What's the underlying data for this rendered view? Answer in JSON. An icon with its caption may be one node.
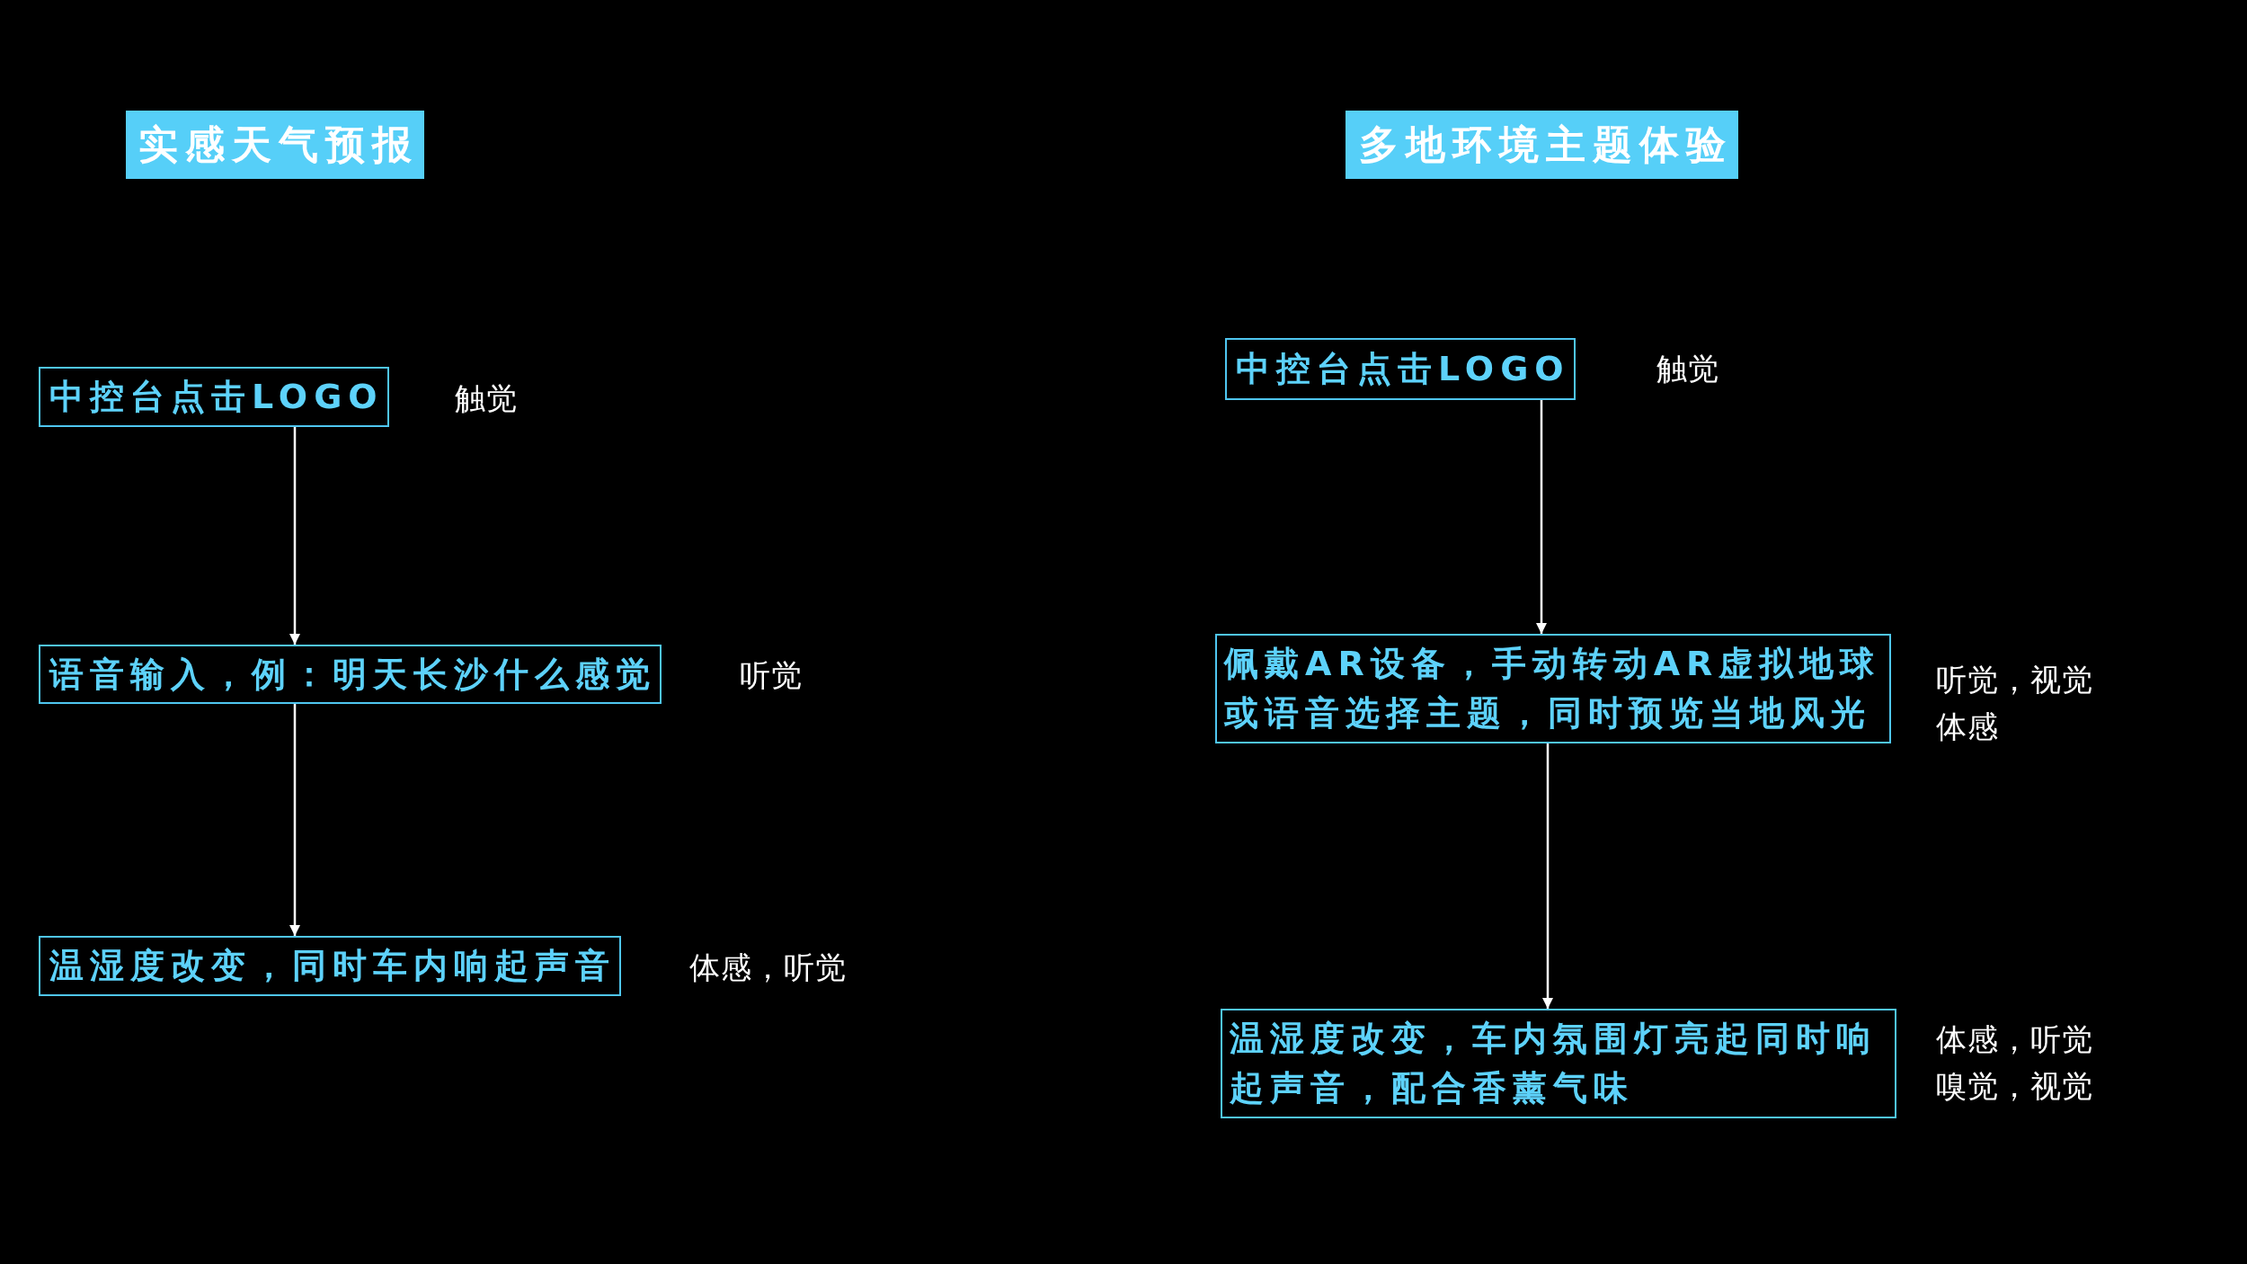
{
  "diagram": {
    "nodes": [
      {
        "text": [
          "实感天气预报"
        ]
      },
      {
        "text": [
          "中控台点击LOGO"
        ],
        "beside": [
          "触觉"
        ]
      },
      {
        "text": [
          "语音输入，例：明天长沙什么感觉"
        ],
        "beside": [
          "听觉"
        ]
      },
      {
        "text": [
          "温湿度改变，同时车内响起声音"
        ],
        "beside": [
          "体感，听觉"
        ]
      },
      {
        "text": [
          "多地环境主题体验"
        ]
      },
      {
        "text": [
          "中控台点击LOGO"
        ],
        "beside": [
          "触觉"
        ]
      },
      {
        "text": [
          "佩戴AR设备，手动转动AR虚拟地球或语音选择主题，同时预览当地风光"
        ],
        "beside": [
          "听觉，视觉",
          "体感"
        ]
      },
      {
        "text": [
          "温湿度改变，车内氛围灯亮起同时响起声音，配合香薰气味"
        ],
        "beside": [
          "体感，听觉",
          "嗅觉，视觉"
        ]
      }
    ],
    "edges": [
      {
        "from": 1,
        "to": 2,
        "arrow": "to"
      },
      {
        "from": 2,
        "to": 3,
        "arrow": "to"
      },
      {
        "from": 5,
        "to": 6,
        "arrow": "to"
      },
      {
        "from": 6,
        "to": 7,
        "arrow": "to"
      }
    ]
  }
}
